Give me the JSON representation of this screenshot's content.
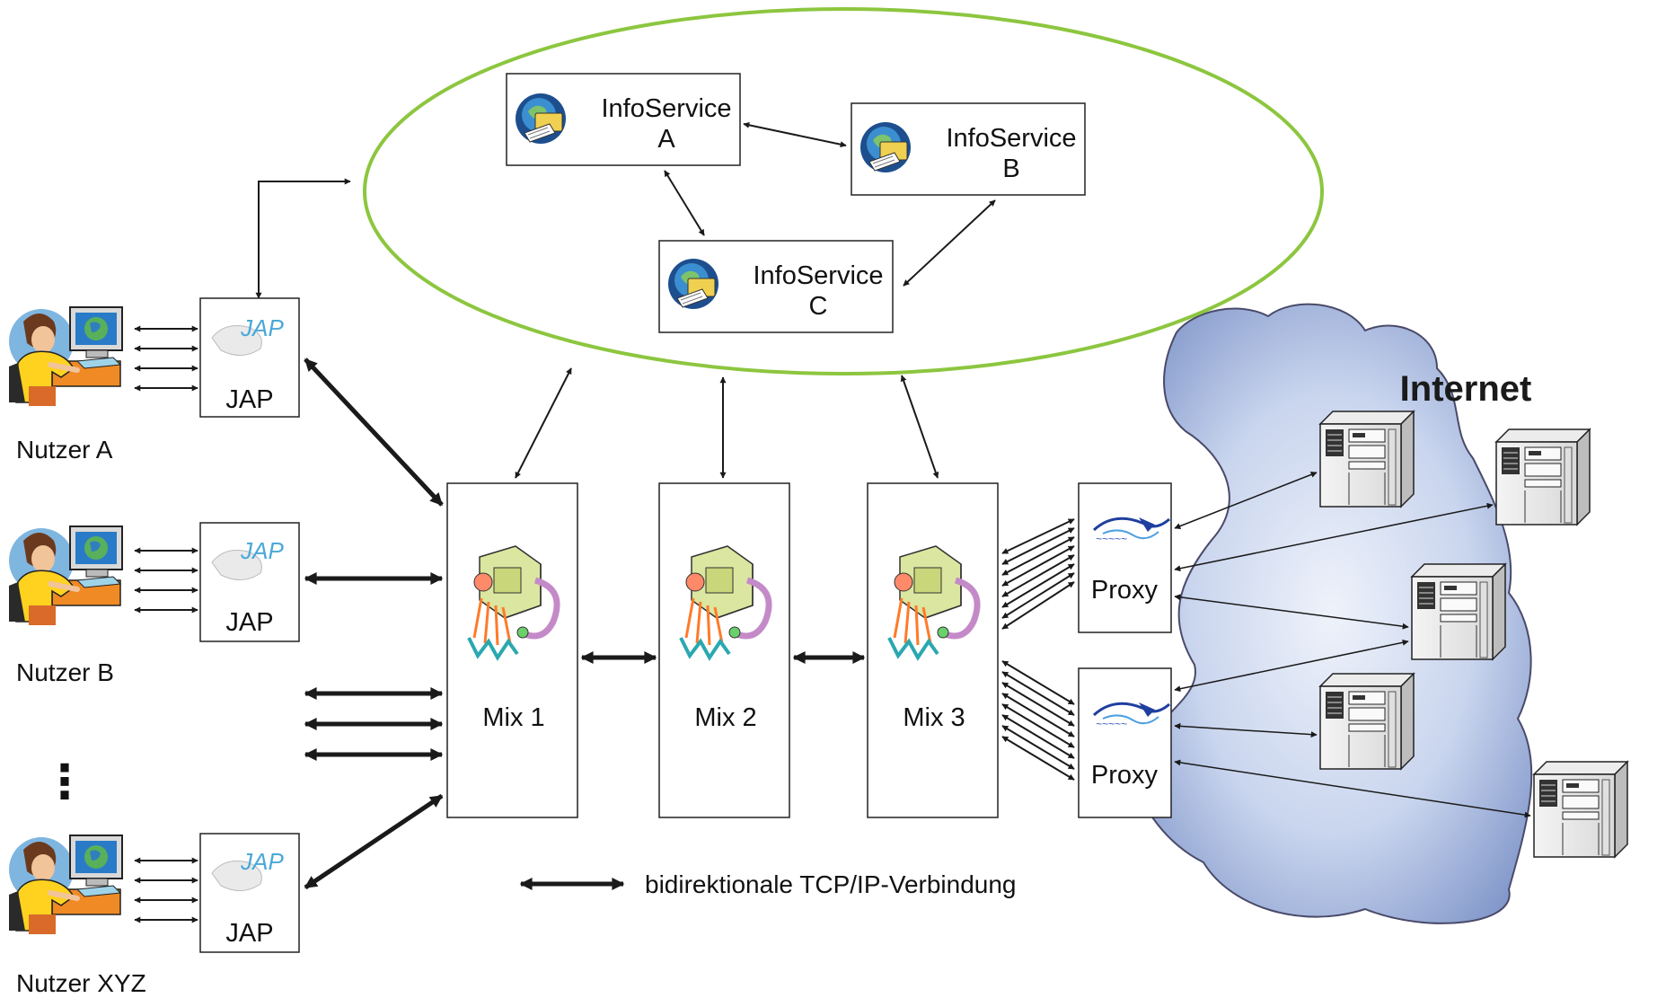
{
  "info_services": [
    {
      "name": "InfoService",
      "id": "A"
    },
    {
      "name": "InfoService",
      "id": "B"
    },
    {
      "name": "InfoService",
      "id": "C"
    }
  ],
  "users": [
    "Nutzer A",
    "Nutzer B",
    "Nutzer XYZ"
  ],
  "jap_label": "JAP",
  "jap_logo_text": "JAP",
  "ellipsis": "⋮",
  "mixes": [
    "Mix 1",
    "Mix 2",
    "Mix 3"
  ],
  "proxies": [
    "Proxy",
    "Proxy"
  ],
  "internet_label": "Internet",
  "legend_label": "bidirektionale TCP/IP-Verbindung",
  "colors": {
    "ellipse_stroke": "#8cc63f",
    "cloud_fill": "#c8d4ee",
    "cloud_stroke": "#4a4a6a",
    "jap_logo": "#4aa8d8",
    "arrow": "#1a1a1a"
  },
  "icons": {
    "info_service": "info-service-icon",
    "user": "user-at-computer-icon",
    "mix": "mix-machine-icon",
    "proxy": "proxy-logo-icon",
    "server": "server-tower-icon"
  }
}
